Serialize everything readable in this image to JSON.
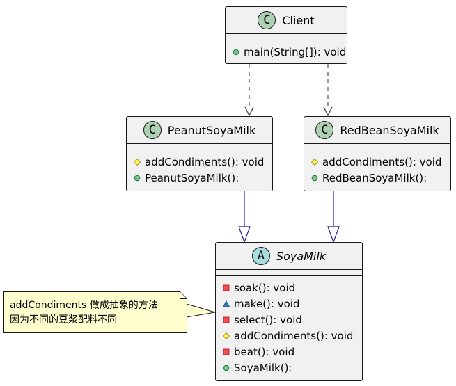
{
  "classes": {
    "client": {
      "badge": "C",
      "name": "Client",
      "members": [
        {
          "visibility": "public",
          "text": "main(String[]): void"
        }
      ]
    },
    "peanut": {
      "badge": "C",
      "name": "PeanutSoyaMilk",
      "members": [
        {
          "visibility": "protected",
          "text": "addCondiments(): void"
        },
        {
          "visibility": "public",
          "text": "PeanutSoyaMilk():"
        }
      ]
    },
    "redbean": {
      "badge": "C",
      "name": "RedBeanSoyaMilk",
      "members": [
        {
          "visibility": "protected",
          "text": "addCondiments(): void"
        },
        {
          "visibility": "public",
          "text": "RedBeanSoyaMilk():"
        }
      ]
    },
    "soyamilk": {
      "badge": "A",
      "name": "SoyaMilk",
      "abstract": true,
      "members": [
        {
          "visibility": "private",
          "text": "soak(): void"
        },
        {
          "visibility": "package",
          "text": "make(): void"
        },
        {
          "visibility": "private",
          "text": "select(): void"
        },
        {
          "visibility": "protected",
          "text": "addCondiments(): void"
        },
        {
          "visibility": "private",
          "text": "beat(): void"
        },
        {
          "visibility": "public",
          "text": "SoyaMilk():"
        }
      ]
    }
  },
  "note": {
    "lines": [
      "addCondiments 做成抽象的方法",
      "因为不同的豆浆配料不同"
    ]
  },
  "relations": [
    {
      "from": "Client",
      "to": "PeanutSoyaMilk",
      "type": "dependency"
    },
    {
      "from": "Client",
      "to": "RedBeanSoyaMilk",
      "type": "dependency"
    },
    {
      "from": "PeanutSoyaMilk",
      "to": "SoyaMilk",
      "type": "generalization"
    },
    {
      "from": "RedBeanSoyaMilk",
      "to": "SoyaMilk",
      "type": "generalization"
    }
  ],
  "colors": {
    "class_fill": "#f1f1f1",
    "class_badge": "#add1b2",
    "abstract_badge": "#a9dcdf",
    "note_fill": "#fefece",
    "dependency_arrow": "#555555",
    "generalization_arrow": "#1e1e8c",
    "public": "#84be84",
    "private": "#c82930",
    "protected": "#ffff44",
    "package": "#1963a0"
  }
}
